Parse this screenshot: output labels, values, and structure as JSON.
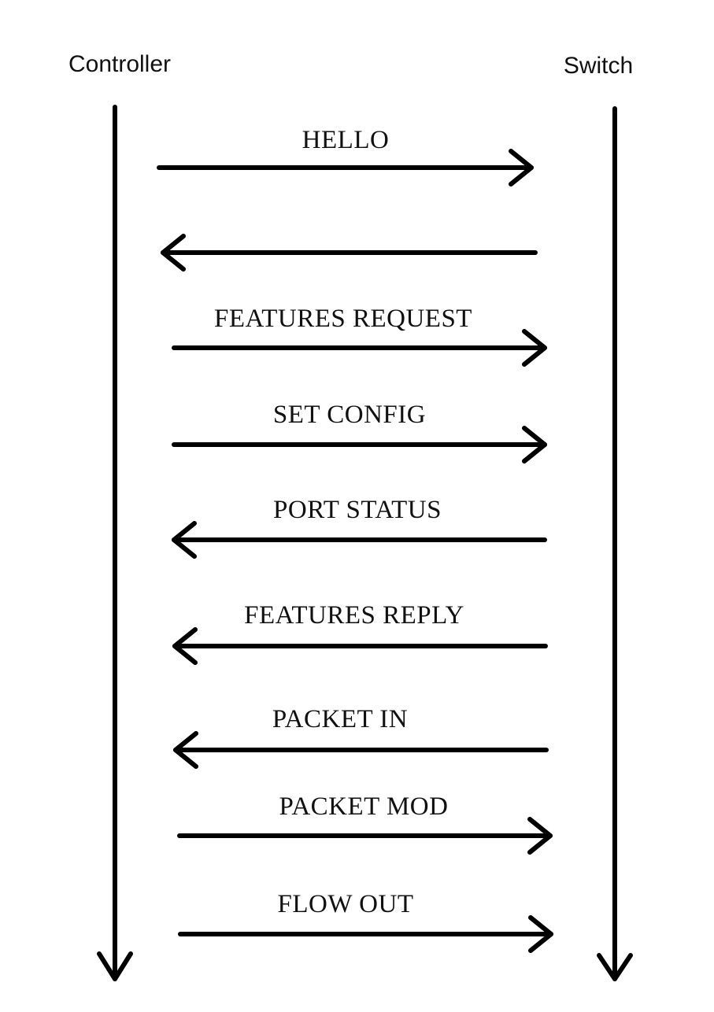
{
  "participants": {
    "controller": "Controller",
    "switch": "Switch"
  },
  "messages": [
    {
      "label": "HELLO",
      "direction": "to-switch"
    },
    {
      "label": "",
      "direction": "to-controller"
    },
    {
      "label": "FEATURES REQUEST",
      "direction": "to-switch"
    },
    {
      "label": "SET CONFIG",
      "direction": "to-switch"
    },
    {
      "label": "PORT STATUS",
      "direction": "to-controller"
    },
    {
      "label": "FEATURES REPLY",
      "direction": "to-controller"
    },
    {
      "label": "PACKET IN",
      "direction": "to-controller"
    },
    {
      "label": "PACKET MOD",
      "direction": "to-switch"
    },
    {
      "label": "FLOW OUT",
      "direction": "to-switch"
    }
  ],
  "colors": {
    "ink": "#000000",
    "background": "#ffffff"
  }
}
